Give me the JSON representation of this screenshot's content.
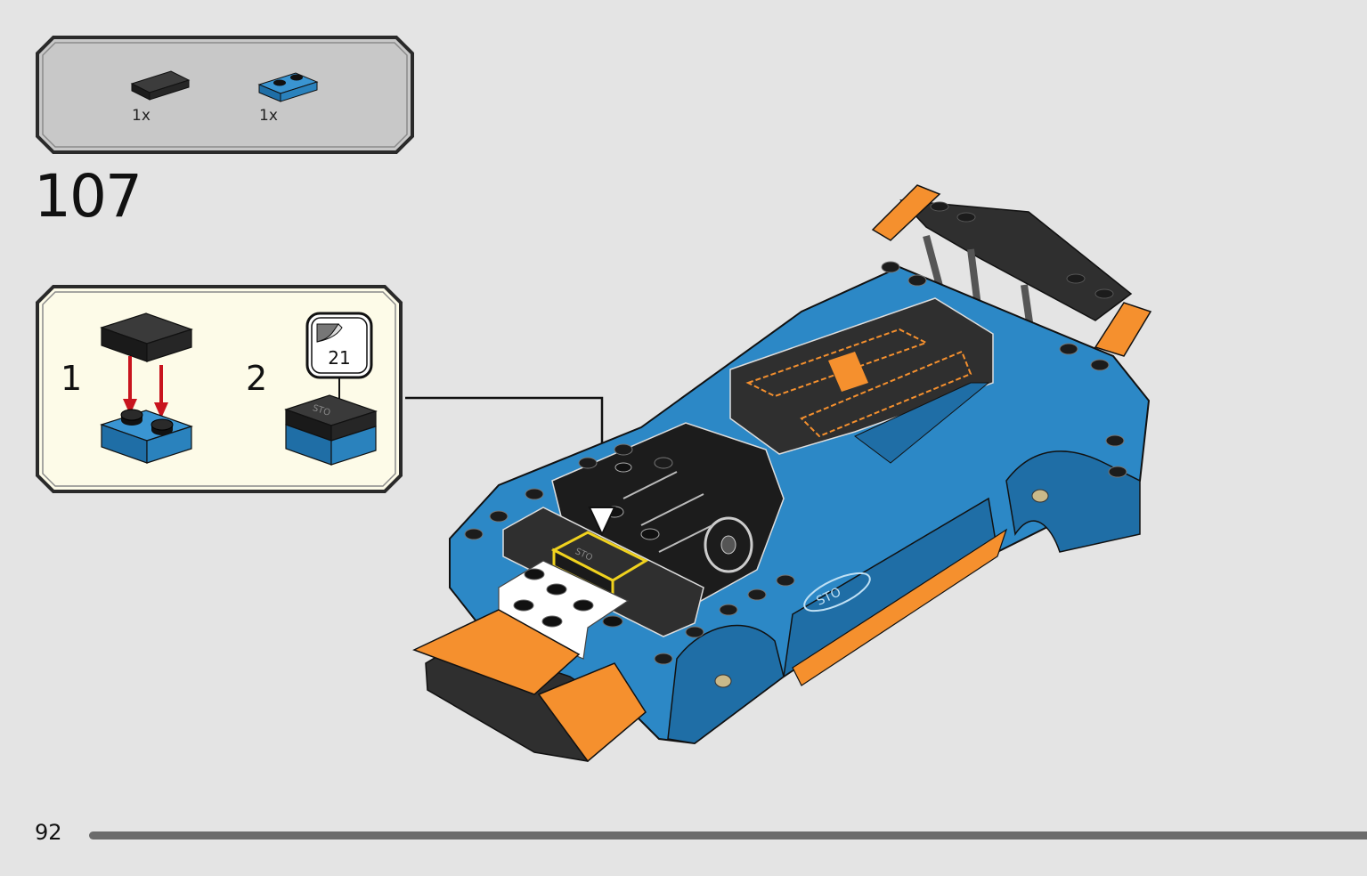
{
  "parts_list": {
    "items": [
      {
        "part": "dark-tile-1x2",
        "color": "#2f2f2f",
        "quantity": "1x"
      },
      {
        "part": "blue-plate-1x2",
        "color": "#2c88c6",
        "quantity": "1x"
      }
    ]
  },
  "step": {
    "number": "107"
  },
  "substeps": [
    {
      "number": "1"
    },
    {
      "number": "2",
      "sticker_number": "21"
    }
  ],
  "colors": {
    "page_background": "#e4e4e4",
    "callout_background": "#fdfbe8",
    "parts_background": "#c8c8c8",
    "brick_blue": "#2c88c6",
    "brick_dark": "#2f2f2f",
    "brick_orange": "#f5902e",
    "arrow_red": "#c8141e",
    "highlight_yellow": "#f0d21e"
  },
  "footer": {
    "page_number": "92"
  }
}
